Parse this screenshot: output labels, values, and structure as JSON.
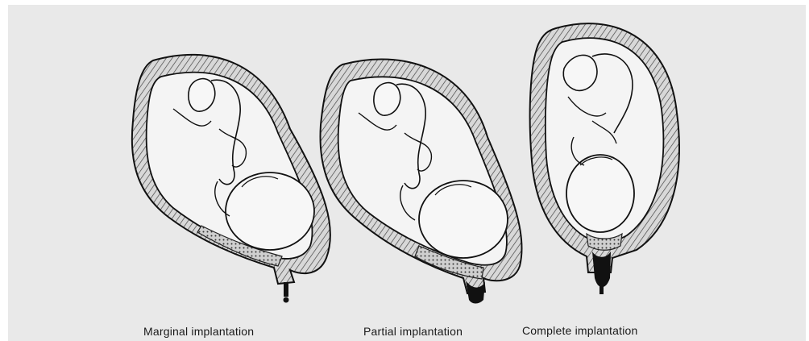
{
  "figure": {
    "panels": [
      {
        "caption": "Marginal implantation"
      },
      {
        "caption": "Partial implantation"
      },
      {
        "caption": "Complete implantation"
      }
    ]
  }
}
